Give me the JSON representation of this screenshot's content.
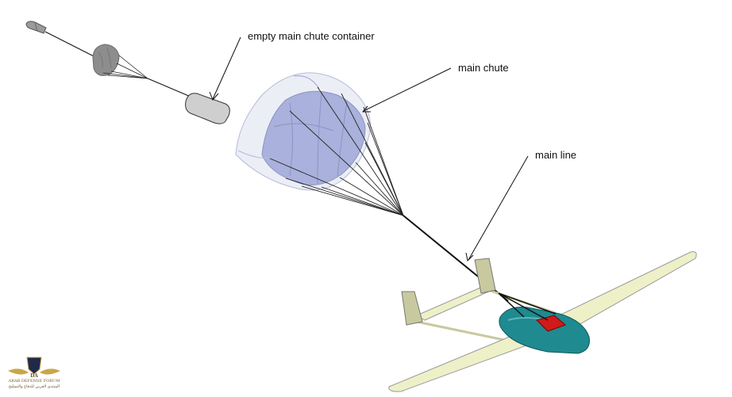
{
  "labels": {
    "container": "empty main chute container",
    "main_chute": "main chute",
    "main_line": "main line"
  },
  "watermark": {
    "abbr": "DA",
    "name": "ARAB DEFENSE FORUM",
    "arabic": "المنتدى العربي للدفاع والتسليح"
  },
  "colors": {
    "canopy_fill": "#a9b1dc",
    "canopy_shell": "#dfe2f1",
    "pilot_chute": "#8d8d8d",
    "container": "#cfcfcf",
    "wing": "#eef0c8",
    "fuselage": "#1f8a8f",
    "hatch": "#d11a1a",
    "line": "#111111"
  }
}
